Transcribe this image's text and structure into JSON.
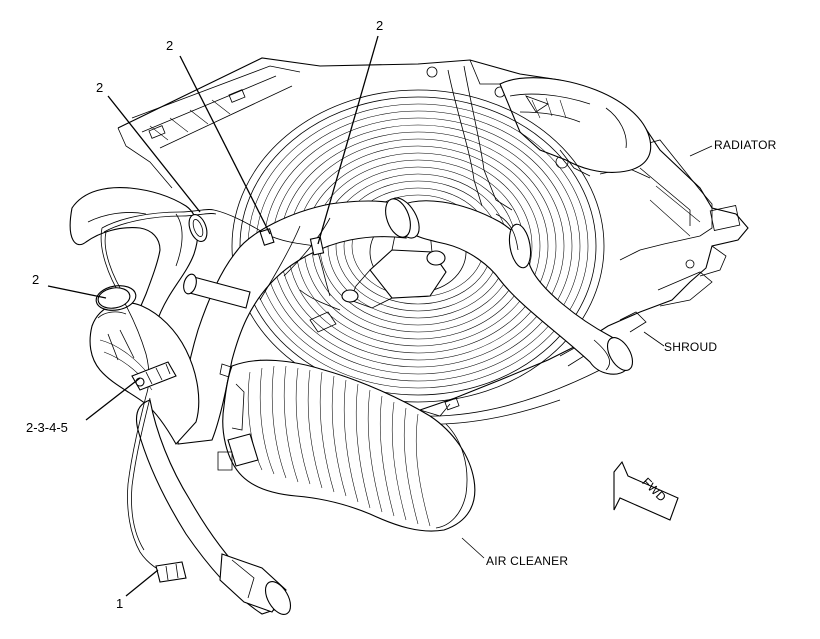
{
  "callouts": {
    "c1": "2",
    "c2": "2",
    "c3": "2",
    "c4": "2",
    "c5": "2-3-4-5",
    "c6": "1"
  },
  "labels": {
    "radiator": "RADIATOR",
    "shroud": "SHROUD",
    "air_cleaner": "AIR CLEANER",
    "fwd": "FWD"
  }
}
